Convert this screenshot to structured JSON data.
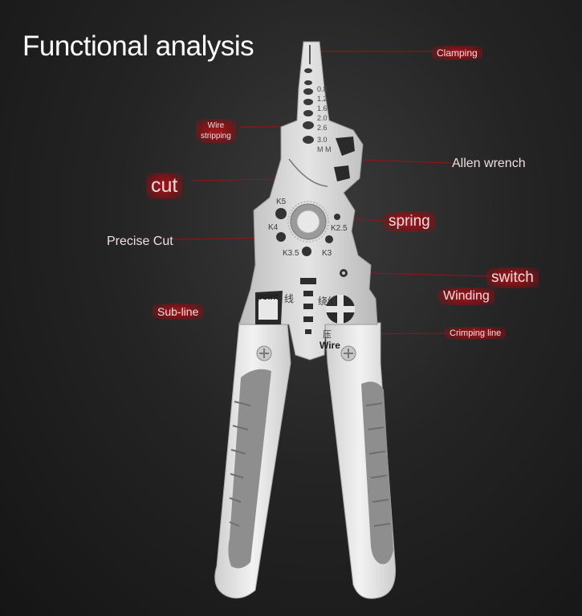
{
  "title": "Functional analysis",
  "labels": {
    "clamping": "Clamping",
    "wire_stripping_line1": "Wire",
    "wire_stripping_line2": "stripping",
    "allen_wrench": "Allen wrench",
    "cut": "cut",
    "spring": "spring",
    "precise_cut": "Precise Cut",
    "switch": "switch",
    "winding": "Winding",
    "sub_line": "Sub-line",
    "crimping_line": "Crimping line"
  },
  "tool_engravings": {
    "gauge_sizes": [
      "0.8",
      "1.2",
      "1.6",
      "2.0",
      "2.6",
      "3.0"
    ],
    "gauge_unit": "M M",
    "hex_sizes": [
      "K5",
      "K4",
      "K3.5",
      "K3",
      "K2.5"
    ],
    "point": "point",
    "xian_left": "线",
    "rao_xian": "绕线",
    "ya": "压",
    "wire": "Wire"
  },
  "colors": {
    "accent": "#b01218",
    "leader_line": "#a01015",
    "metal": "#d4d4d4",
    "handle_white": "#e6e6e6",
    "handle_grip": "#8a8a8a"
  }
}
